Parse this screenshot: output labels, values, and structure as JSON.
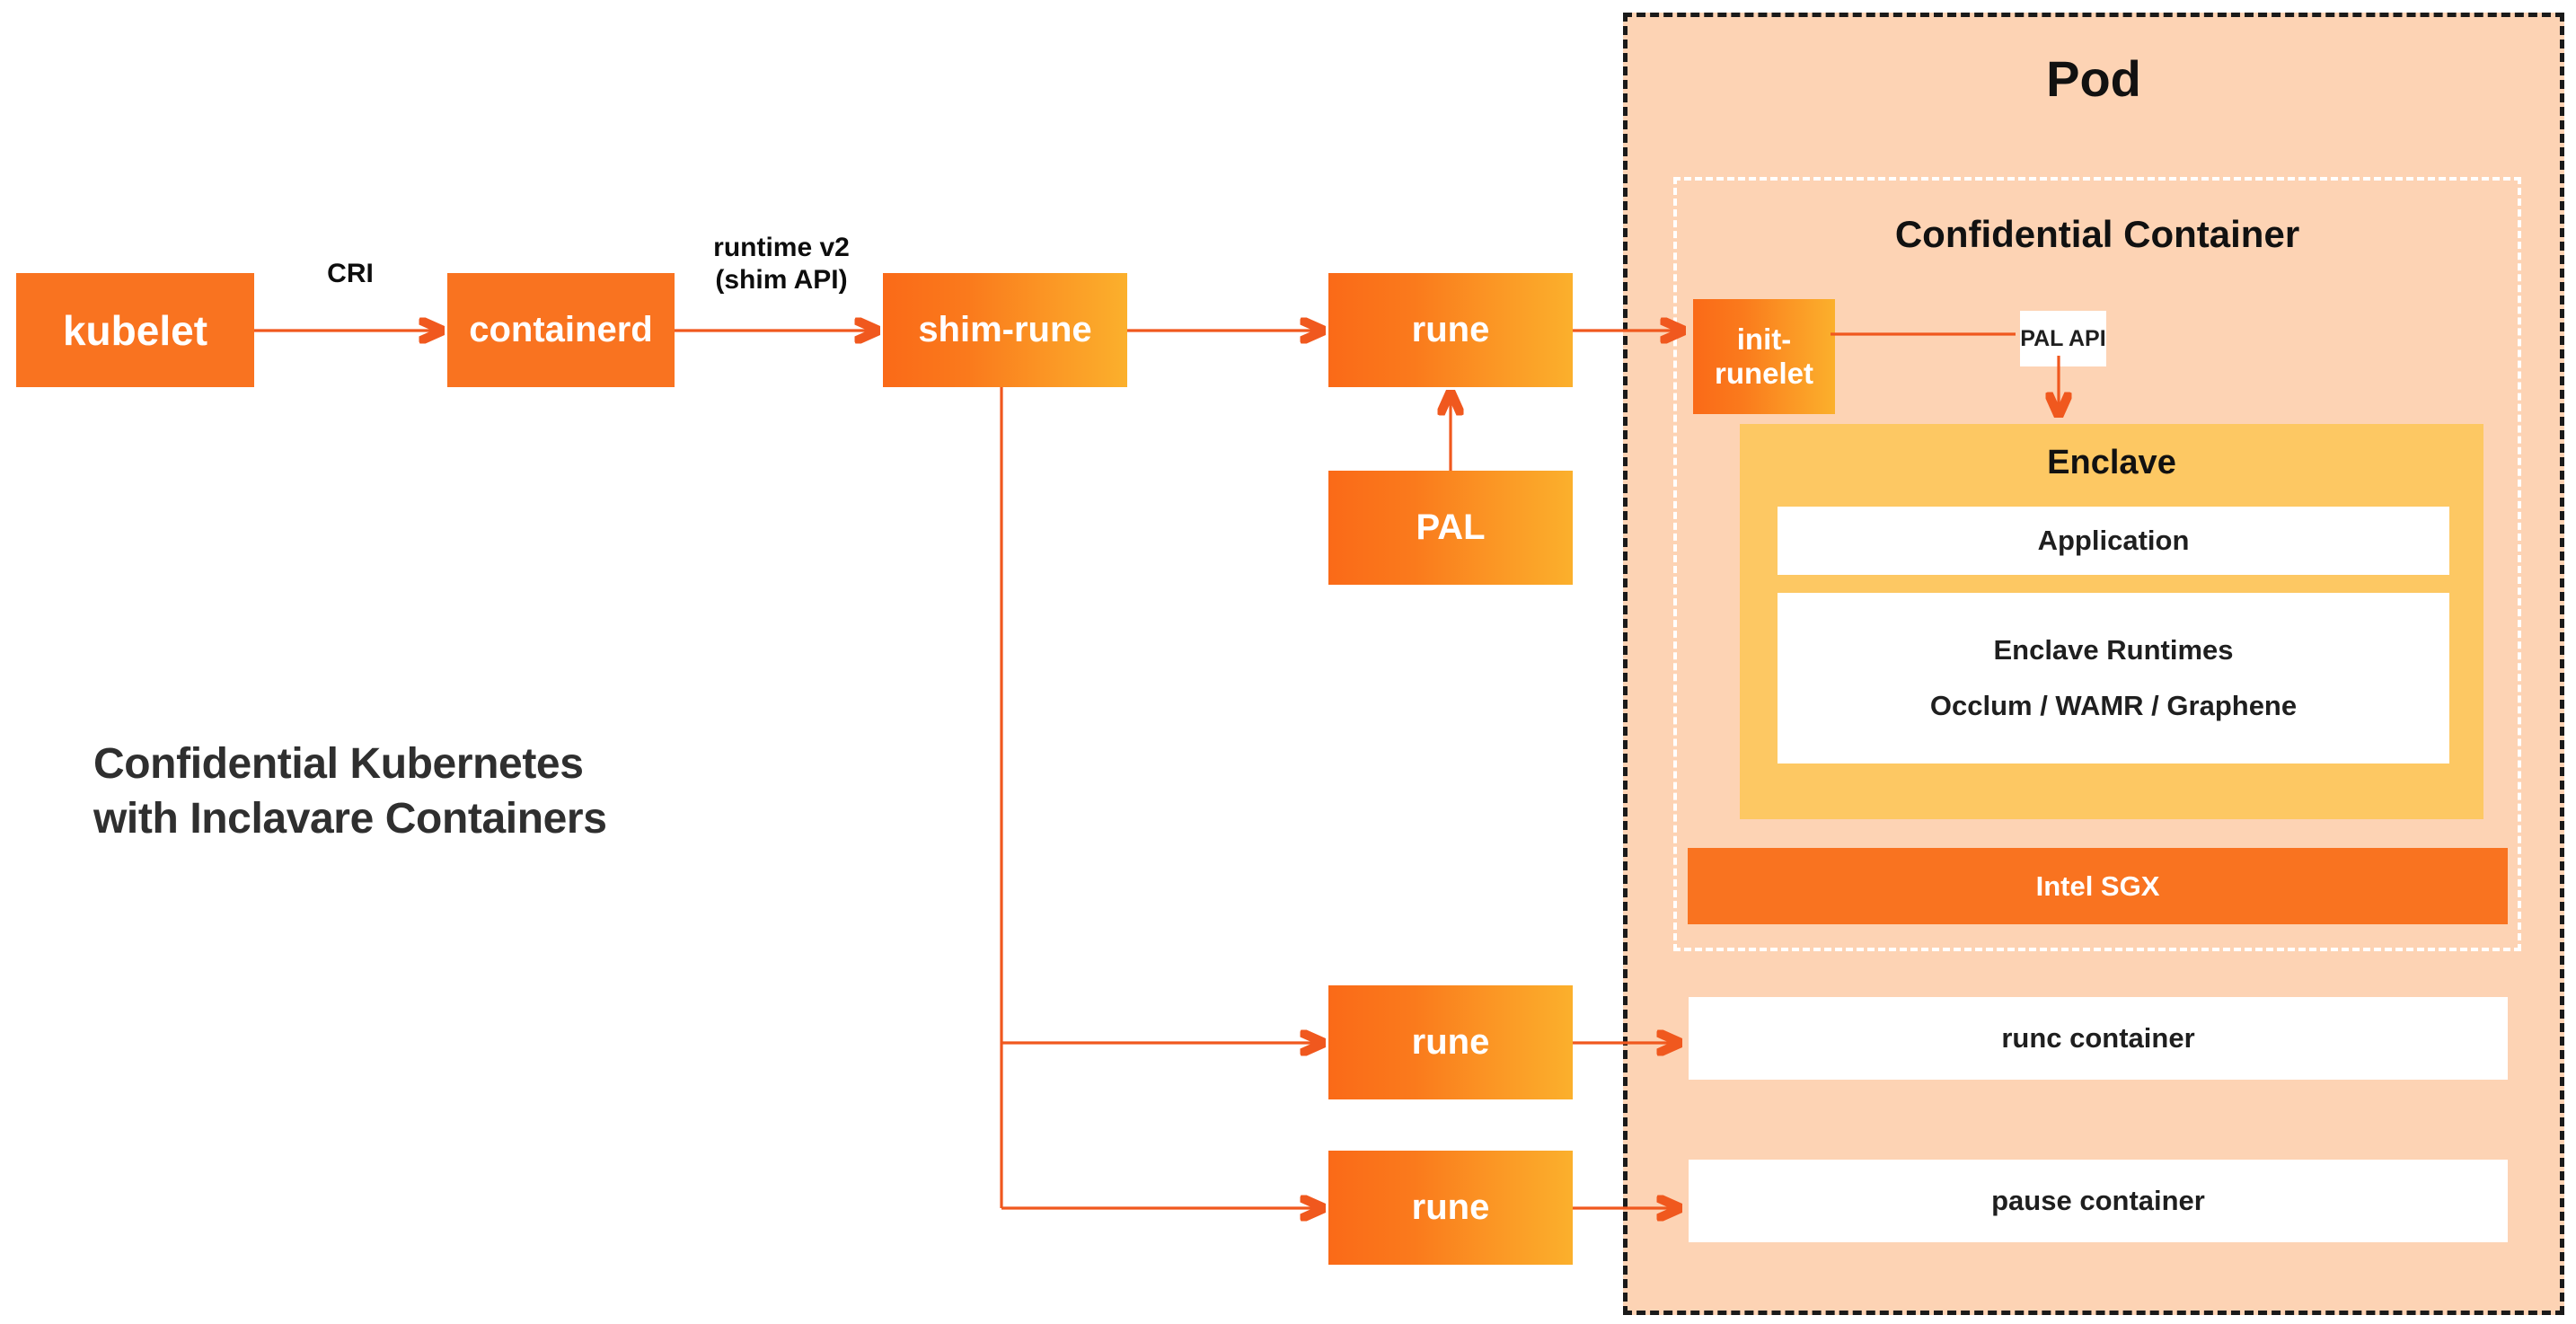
{
  "diagram": {
    "title_line1": "Confidential Kubernetes",
    "title_line2": "with Inclavare Containers",
    "accent_orange": "#F97320",
    "gradient_start": "#FA6A18",
    "gradient_end": "#FBB02C",
    "pod_background": "#FDD3B4",
    "enclave_background": "#FDC863",
    "connector_color": "#F0581E",
    "pod_border_color": "#1A1A1A",
    "container_border_color": "#FFFFFF"
  },
  "nodes": {
    "kubelet": "kubelet",
    "containerd": "containerd",
    "shim_rune": "shim-rune",
    "rune_top": "rune",
    "pal": "PAL",
    "rune_runc": "rune",
    "rune_pause": "rune",
    "init_runelet": "init-runelet",
    "pal_api": "PAL API",
    "application": "Application",
    "enclave_runtimes_line1": "Enclave Runtimes",
    "enclave_runtimes_line2": "Occlum / WAMR / Graphene",
    "intel_sgx": "Intel SGX",
    "runc_container": "runc container",
    "pause_container": "pause container"
  },
  "regions": {
    "pod": "Pod",
    "confidential_container": "Confidential Container",
    "enclave": "Enclave"
  },
  "edges": {
    "cri": "CRI",
    "runtime_v2": "runtime v2\n(shim API)"
  }
}
